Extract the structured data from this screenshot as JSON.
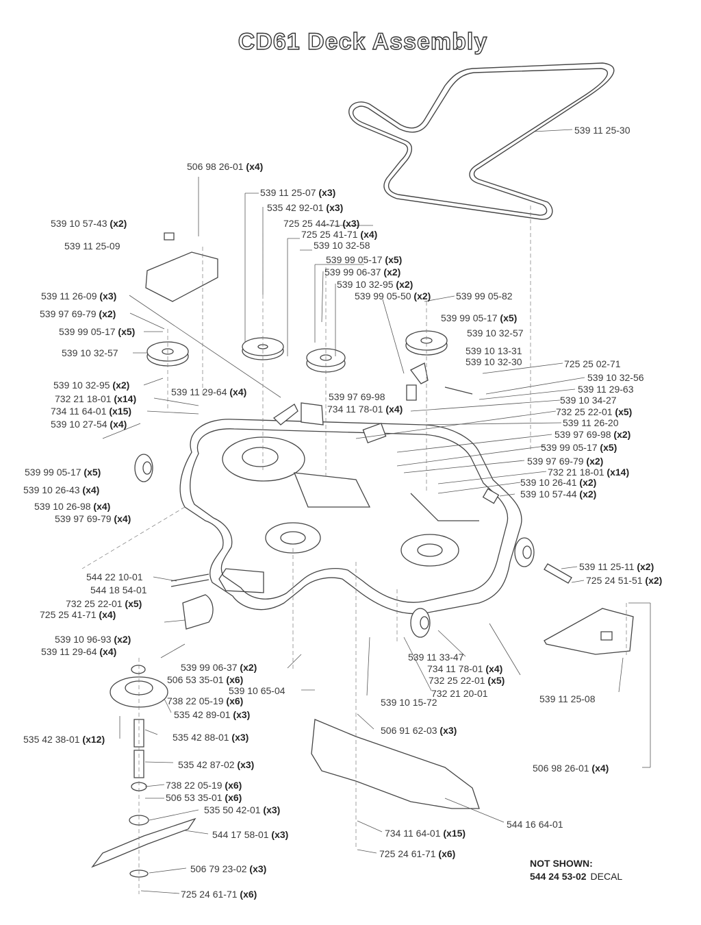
{
  "title": "CD61 Deck Assembly",
  "not_shown": {
    "heading": "NOT SHOWN:",
    "part": "544 24 53-02",
    "description": "DECAL"
  },
  "parts": [
    {
      "id": "p1",
      "part": "539 11 25-30",
      "qty": ""
    },
    {
      "id": "p2",
      "part": "506 98 26-01",
      "qty": "(x4)"
    },
    {
      "id": "p3",
      "part": "539 11 25-07",
      "qty": "(x3)"
    },
    {
      "id": "p4",
      "part": "535 42 92-01",
      "qty": "(x3)"
    },
    {
      "id": "p5",
      "part": "539 10 57-43",
      "qty": "(x2)"
    },
    {
      "id": "p6",
      "part": "725 25 44-71",
      "qty": "(x3)"
    },
    {
      "id": "p7",
      "part": "725 25 41-71",
      "qty": "(x4)"
    },
    {
      "id": "p8",
      "part": "539 11 25-09",
      "qty": ""
    },
    {
      "id": "p9",
      "part": "539 10 32-58",
      "qty": ""
    },
    {
      "id": "p10",
      "part": "539 99 05-17",
      "qty": "(x5)"
    },
    {
      "id": "p11",
      "part": "539 99 06-37",
      "qty": "(x2)"
    },
    {
      "id": "p12",
      "part": "539 10 32-95",
      "qty": "(x2)"
    },
    {
      "id": "p13",
      "part": "539 11 26-09",
      "qty": "(x3)"
    },
    {
      "id": "p14",
      "part": "539 99 05-50",
      "qty": "(x2)"
    },
    {
      "id": "p15",
      "part": "539 99 05-82",
      "qty": ""
    },
    {
      "id": "p16",
      "part": "539 97 69-79",
      "qty": "(x2)"
    },
    {
      "id": "p17",
      "part": "539 99 05-17",
      "qty": "(x5)"
    },
    {
      "id": "p18",
      "part": "539 99 05-17",
      "qty": "(x5)"
    },
    {
      "id": "p19",
      "part": "539 10 32-57",
      "qty": ""
    },
    {
      "id": "p20",
      "part": "539 10 32-57",
      "qty": ""
    },
    {
      "id": "p21",
      "part": "539 10 13-31",
      "qty": ""
    },
    {
      "id": "p22",
      "part": "539 10 32-30",
      "qty": ""
    },
    {
      "id": "p23",
      "part": "725 25 02-71",
      "qty": ""
    },
    {
      "id": "p24",
      "part": "539 10 32-56",
      "qty": ""
    },
    {
      "id": "p25",
      "part": "539 10 32-95",
      "qty": "(x2)"
    },
    {
      "id": "p26",
      "part": "539 11 29-64",
      "qty": "(x4)"
    },
    {
      "id": "p27",
      "part": "539 11 29-63",
      "qty": ""
    },
    {
      "id": "p28",
      "part": "539 97 69-98",
      "qty": ""
    },
    {
      "id": "p29",
      "part": "732 21 18-01",
      "qty": "(x14)"
    },
    {
      "id": "p30",
      "part": "539 10 34-27",
      "qty": ""
    },
    {
      "id": "p31",
      "part": "734 11 64-01",
      "qty": "(x15)"
    },
    {
      "id": "p32",
      "part": "734 11 78-01",
      "qty": "(x4)"
    },
    {
      "id": "p33",
      "part": "732 25 22-01",
      "qty": "(x5)"
    },
    {
      "id": "p34",
      "part": "539 10 27-54",
      "qty": "(x4)"
    },
    {
      "id": "p35",
      "part": "539 11 26-20",
      "qty": ""
    },
    {
      "id": "p36",
      "part": "539 97 69-98",
      "qty": "(x2)"
    },
    {
      "id": "p37",
      "part": "539 99 05-17",
      "qty": "(x5)"
    },
    {
      "id": "p38",
      "part": "539 99 05-17",
      "qty": "(x5)"
    },
    {
      "id": "p39",
      "part": "539 97 69-79",
      "qty": "(x2)"
    },
    {
      "id": "p40",
      "part": "732 21 18-01",
      "qty": "(x14)"
    },
    {
      "id": "p41",
      "part": "539 10 26-43",
      "qty": "(x4)"
    },
    {
      "id": "p42",
      "part": "539 10 26-41",
      "qty": "(x2)"
    },
    {
      "id": "p43",
      "part": "539 10 57-44",
      "qty": "(x2)"
    },
    {
      "id": "p44",
      "part": "539 10 26-98",
      "qty": "(x4)"
    },
    {
      "id": "p45",
      "part": "539 97 69-79",
      "qty": "(x4)"
    },
    {
      "id": "p46",
      "part": "539 11 25-11",
      "qty": "(x2)"
    },
    {
      "id": "p47",
      "part": "544 22 10-01",
      "qty": ""
    },
    {
      "id": "p48",
      "part": "725 24 51-51",
      "qty": "(x2)"
    },
    {
      "id": "p49",
      "part": "544 18 54-01",
      "qty": ""
    },
    {
      "id": "p50",
      "part": "732 25 22-01",
      "qty": "(x5)"
    },
    {
      "id": "p51",
      "part": "725 25 41-71",
      "qty": "(x4)"
    },
    {
      "id": "p52",
      "part": "539 10 96-93",
      "qty": "(x2)"
    },
    {
      "id": "p53",
      "part": "539 11 29-64",
      "qty": "(x4)"
    },
    {
      "id": "p54",
      "part": "539 11 33-47",
      "qty": ""
    },
    {
      "id": "p55",
      "part": "734 11 78-01",
      "qty": "(x4)"
    },
    {
      "id": "p56",
      "part": "539 99 06-37",
      "qty": "(x2)"
    },
    {
      "id": "p57",
      "part": "732 25 22-01",
      "qty": "(x5)"
    },
    {
      "id": "p58",
      "part": "506 53 35-01",
      "qty": "(x6)"
    },
    {
      "id": "p59",
      "part": "539 10 65-04",
      "qty": ""
    },
    {
      "id": "p60",
      "part": "732 21 20-01",
      "qty": ""
    },
    {
      "id": "p61",
      "part": "539 11 25-08",
      "qty": ""
    },
    {
      "id": "p62",
      "part": "738 22 05-19",
      "qty": "(x6)"
    },
    {
      "id": "p63",
      "part": "539 10 15-72",
      "qty": ""
    },
    {
      "id": "p64",
      "part": "535 42 89-01",
      "qty": "(x3)"
    },
    {
      "id": "p65",
      "part": "506 91 62-03",
      "qty": "(x3)"
    },
    {
      "id": "p66",
      "part": "535 42 38-01",
      "qty": "(x12)"
    },
    {
      "id": "p67",
      "part": "535 42 88-01",
      "qty": "(x3)"
    },
    {
      "id": "p68",
      "part": "535 42 87-02",
      "qty": "(x3)"
    },
    {
      "id": "p69",
      "part": "506 98 26-01",
      "qty": "(x4)"
    },
    {
      "id": "p70",
      "part": "738 22 05-19",
      "qty": "(x6)"
    },
    {
      "id": "p71",
      "part": "506 53 35-01",
      "qty": "(x6)"
    },
    {
      "id": "p72",
      "part": "535 50 42-01",
      "qty": "(x3)"
    },
    {
      "id": "p73",
      "part": "544 16 64-01",
      "qty": ""
    },
    {
      "id": "p74",
      "part": "544 17 58-01",
      "qty": "(x3)"
    },
    {
      "id": "p75",
      "part": "734 11 64-01",
      "qty": "(x15)"
    },
    {
      "id": "p76",
      "part": "725 24 61-71",
      "qty": "(x6)"
    },
    {
      "id": "p77",
      "part": "506 79 23-02",
      "qty": "(x3)"
    },
    {
      "id": "p78",
      "part": "725 24 61-71",
      "qty": "(x6)"
    }
  ]
}
